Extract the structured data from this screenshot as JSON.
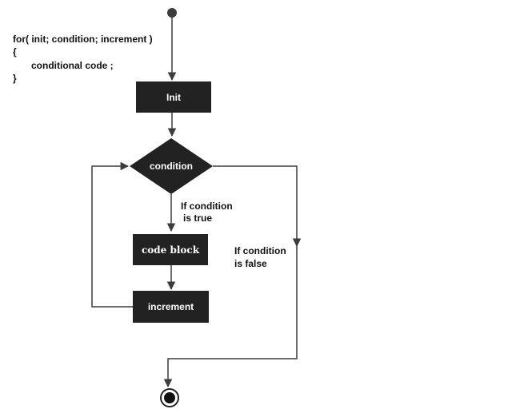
{
  "code": {
    "line1": "for( init; condition; increment )",
    "line2": "{",
    "line3": "conditional code ;",
    "line4": "}"
  },
  "nodes": {
    "init": "Init",
    "condition": "condition",
    "code_block": "code block",
    "increment": "increment"
  },
  "edges": {
    "true_label_1": "If condition",
    "true_label_2": "is true",
    "false_label_1": "If condition",
    "false_label_2": "is false"
  },
  "colors": {
    "node_fill": "#222222",
    "edge": "#3c3c3c",
    "text_dark": "#111111"
  }
}
